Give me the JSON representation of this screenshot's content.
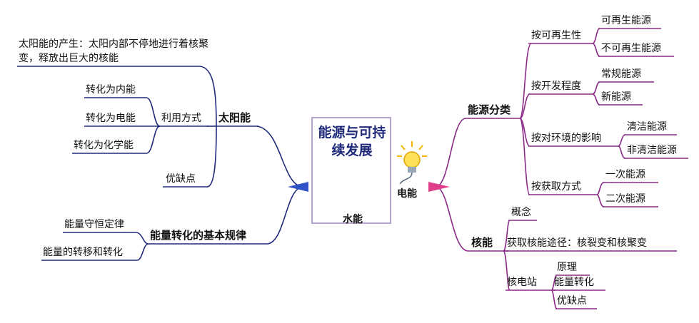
{
  "center": {
    "title": "能源与可持续发展",
    "water_label": "水能",
    "electric_label": "电能"
  },
  "left": {
    "solar": {
      "label": "太阳能",
      "origin": "太阳能的产生：太阳内部不停地进行着核聚变，释放出巨大的核能",
      "usage": {
        "label": "利用方式",
        "items": [
          "转化为内能",
          "转化为电能",
          "转化为化学能"
        ]
      },
      "pros_cons": "优缺点"
    },
    "conversion": {
      "label": "能量转化的基本规律",
      "items": [
        "能量守恒定律",
        "能量的转移和转化"
      ]
    }
  },
  "right": {
    "classification": {
      "label": "能源分类",
      "groups": [
        {
          "label": "按可再生性",
          "items": [
            "可再生能源",
            "不可再生能源"
          ]
        },
        {
          "label": "按开发程度",
          "items": [
            "常规能源",
            "新能源"
          ]
        },
        {
          "label": "按对环境的影响",
          "items": [
            "清洁能源",
            "非清洁能源"
          ]
        },
        {
          "label": "按获取方式",
          "items": [
            "一次能源",
            "二次能源"
          ]
        }
      ]
    },
    "nuclear": {
      "label": "核能",
      "concept": "概念",
      "methods": "获取核能途径：核裂变和核聚变",
      "plant": {
        "label": "核电站",
        "items": [
          "原理",
          "能量转化",
          "优缺点"
        ]
      }
    }
  },
  "colors": {
    "left_branch": "#1f2b7a",
    "right_branch": "#8a2a86",
    "left_arrow": "#2f52c8",
    "right_arrow": "#e0408a",
    "card_border": "#b7a3cf"
  }
}
